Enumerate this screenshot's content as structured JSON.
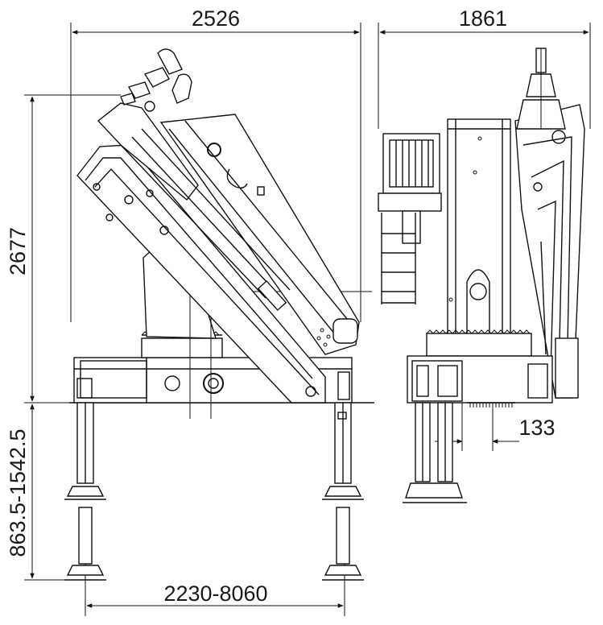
{
  "dimensions": {
    "width_front": "2526",
    "width_side": "1861",
    "height_total": "2677",
    "leg_height": "863.5-1542.5",
    "leg_span": "2230-8060",
    "offset_side": "133"
  },
  "colors": {
    "line": "#111111",
    "background": "#ffffff"
  }
}
